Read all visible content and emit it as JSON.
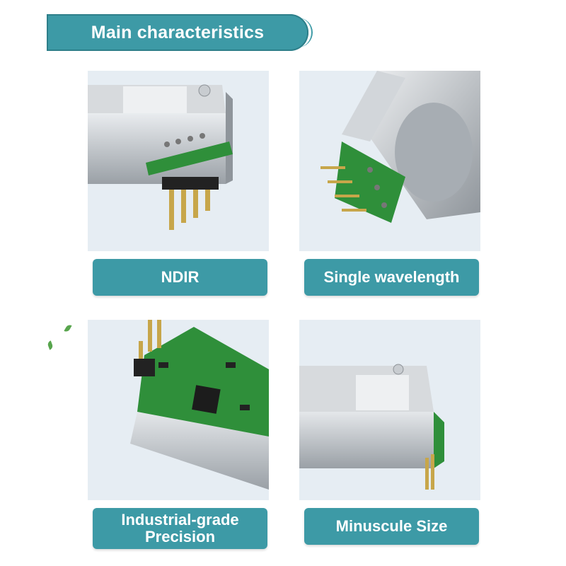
{
  "banner": {
    "title": "Main characteristics"
  },
  "features": [
    {
      "label": "NDIR",
      "image": "ndir-sensor-module-image"
    },
    {
      "label": "Single wavelength",
      "image": "single-wavelength-sensor-image"
    },
    {
      "label_line1": "Industrial-grade",
      "label_line2": "Precision",
      "image": "industrial-grade-pcb-image"
    },
    {
      "label": "Minuscule Size",
      "image": "minuscule-size-sensor-image"
    }
  ],
  "colors": {
    "accent": "#3d9aa6",
    "pcb": "#2f8f3a",
    "metal": "#b9bec4",
    "card_bg": "#e6edf3"
  }
}
